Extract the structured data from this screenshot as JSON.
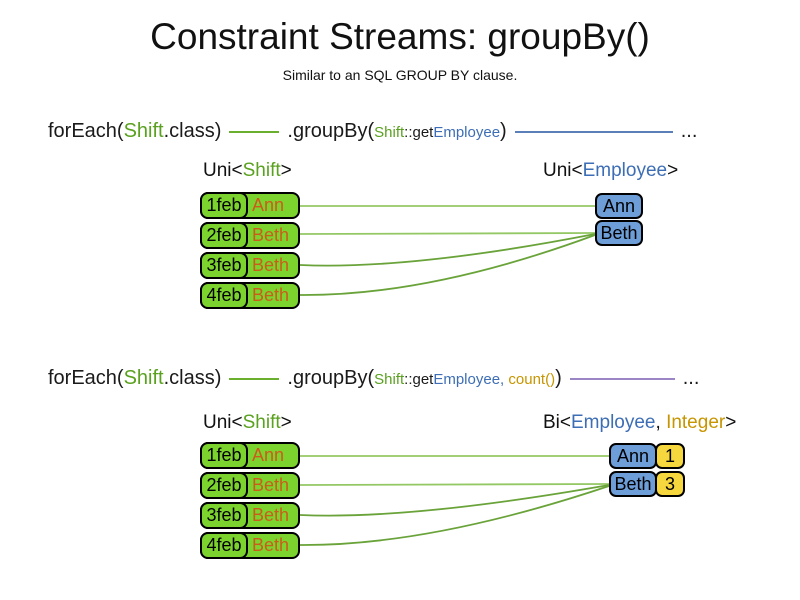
{
  "slide": {
    "title": "Constraint Streams: groupBy()",
    "subtitle": "Similar to an SQL GROUP BY clause."
  },
  "colors": {
    "shift_green": "#5aa11f",
    "employee_blue": "#3d6eb5",
    "integer_gold": "#c79500",
    "row_name_orange": "#cc5c1a",
    "shift_box_green": "#7cd32e",
    "employee_box_blue": "#6d9ed8",
    "count_box_yellow": "#f6d73e",
    "code_stream_green_line": "#6ab02e",
    "stream_blue_line": "#5b7fb8",
    "stream_purple_line": "#9b85c4",
    "connector_light_green": "#94c865",
    "connector_dark_green": "#69a339"
  },
  "section1": {
    "code": {
      "foreach_open": "forEach(",
      "foreach_type": "Shift",
      "foreach_close": ".class)",
      "groupby_open": ".groupBy(",
      "arg_type": "Shift",
      "arg_getter": "::get",
      "arg_employee": "Employee",
      "groupby_close": ")",
      "ellipsis": "..."
    },
    "left_label": {
      "prefix": "Uni<",
      "type": "Shift",
      "suffix": ">"
    },
    "right_label": {
      "prefix": "Uni<",
      "type": "Employee",
      "suffix": ">"
    },
    "rows": [
      {
        "date": "1feb",
        "name": "Ann"
      },
      {
        "date": "2feb",
        "name": "Beth"
      },
      {
        "date": "3feb",
        "name": "Beth"
      },
      {
        "date": "4feb",
        "name": "Beth"
      }
    ],
    "results": [
      {
        "name": "Ann"
      },
      {
        "name": "Beth"
      }
    ]
  },
  "section2": {
    "code": {
      "foreach_open": "forEach(",
      "foreach_type": "Shift",
      "foreach_close": ".class)",
      "groupby_open": ".groupBy(",
      "arg_type": "Shift",
      "arg_getter": "::get",
      "arg_employee": "Employee,",
      "arg_count": " count()",
      "groupby_close": ")",
      "ellipsis": "..."
    },
    "left_label": {
      "prefix": "Uni<",
      "type": "Shift",
      "suffix": ">"
    },
    "right_label": {
      "prefix": "Bi<",
      "type1": "Employee",
      "comma": ", ",
      "type2": "Integer",
      "suffix": ">"
    },
    "rows": [
      {
        "date": "1feb",
        "name": "Ann"
      },
      {
        "date": "2feb",
        "name": "Beth"
      },
      {
        "date": "3feb",
        "name": "Beth"
      },
      {
        "date": "4feb",
        "name": "Beth"
      }
    ],
    "results": [
      {
        "name": "Ann",
        "count": "1"
      },
      {
        "name": "Beth",
        "count": "3"
      }
    ]
  }
}
